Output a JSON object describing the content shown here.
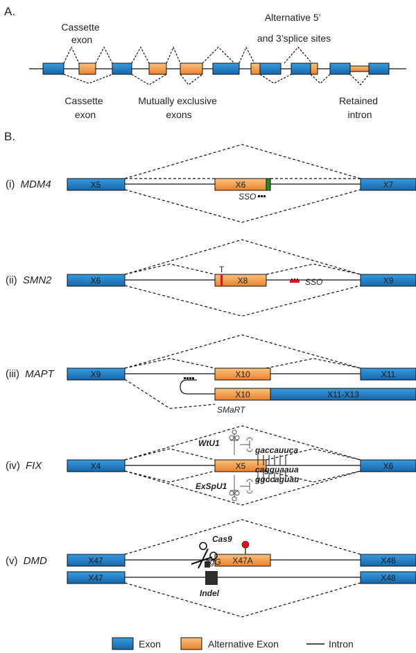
{
  "panels": {
    "a": "A.",
    "b": "B."
  },
  "panel_a": {
    "top_cassette": "Cassette exon",
    "alt_sites": "Alternative 5' and 3' splice sites",
    "bottom_cassette": "Cassette exon",
    "mutually_exclusive": "Mutually exclusive exons",
    "retained": "Retained intron"
  },
  "rows": {
    "mdm4": {
      "num": "(i)",
      "gene": "MDM4",
      "left": "X5",
      "mid": "X6",
      "right": "X7",
      "tool": "SSO"
    },
    "smn2": {
      "num": "(ii)",
      "gene": "SMN2",
      "left": "X6",
      "mid": "X8",
      "right": "X9",
      "mut": "T",
      "tool": "SSO"
    },
    "mapt": {
      "num": "(iii)",
      "gene": "MAPT",
      "left": "X9",
      "mid": "X10",
      "right": "X11",
      "mid2": "X10",
      "fused": "X11-X13",
      "tool": "SMaRT"
    },
    "fix": {
      "num": "(iv)",
      "gene": "FIX",
      "left": "X4",
      "mid": "X5",
      "right": "X6",
      "tool1": "WtU1",
      "tool2": "ExSpU1",
      "seq1": "gaccauuca",
      "seq2": "cagguaaua",
      "seq3": "ggccaguau"
    },
    "dmd": {
      "num": "(v)",
      "gene": "DMD",
      "left": "X47",
      "mid": "X47A",
      "right": "X48",
      "left2": "X47",
      "right2": "X48",
      "tool": "Cas9",
      "agg": "agG",
      "indel": "Indel"
    }
  },
  "legend": {
    "exon": "Exon",
    "alt": "Alternative Exon",
    "intron": "Intron"
  },
  "colors": {
    "exon": "#1f7fc4",
    "alt": "#f39a3b",
    "green": "#2a8a2a",
    "red": "#e0101b",
    "line": "#111111"
  }
}
